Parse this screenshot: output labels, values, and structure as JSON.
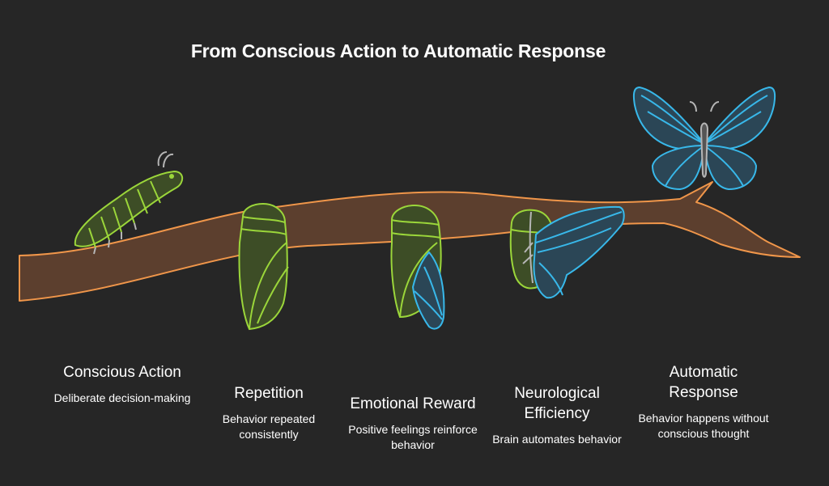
{
  "title": "From Conscious Action to Automatic Response",
  "colors": {
    "background": "#262626",
    "branch_fill": "#5c3f2e",
    "branch_stroke": "#f0964a",
    "green_fill": "#3d4d26",
    "green_stroke": "#9bd63a",
    "blue_fill": "#2b4656",
    "blue_stroke": "#38b8ea",
    "antenna": "#b5b5b5"
  },
  "stages": [
    {
      "head": "Conscious Action",
      "desc": "Deliberate decision-making",
      "icon": "caterpillar-icon"
    },
    {
      "head": "Repetition",
      "desc": "Behavior repeated consistently",
      "icon": "chrysalis-icon"
    },
    {
      "head": "Emotional Reward",
      "desc": "Positive feelings reinforce behavior",
      "icon": "chrysalis-opening-icon"
    },
    {
      "head": "Neurological Efficiency",
      "desc": "Brain automates behavior",
      "icon": "emerging-butterfly-icon"
    },
    {
      "head": "Automatic Response",
      "desc": "Behavior happens without conscious thought",
      "icon": "butterfly-icon"
    }
  ]
}
